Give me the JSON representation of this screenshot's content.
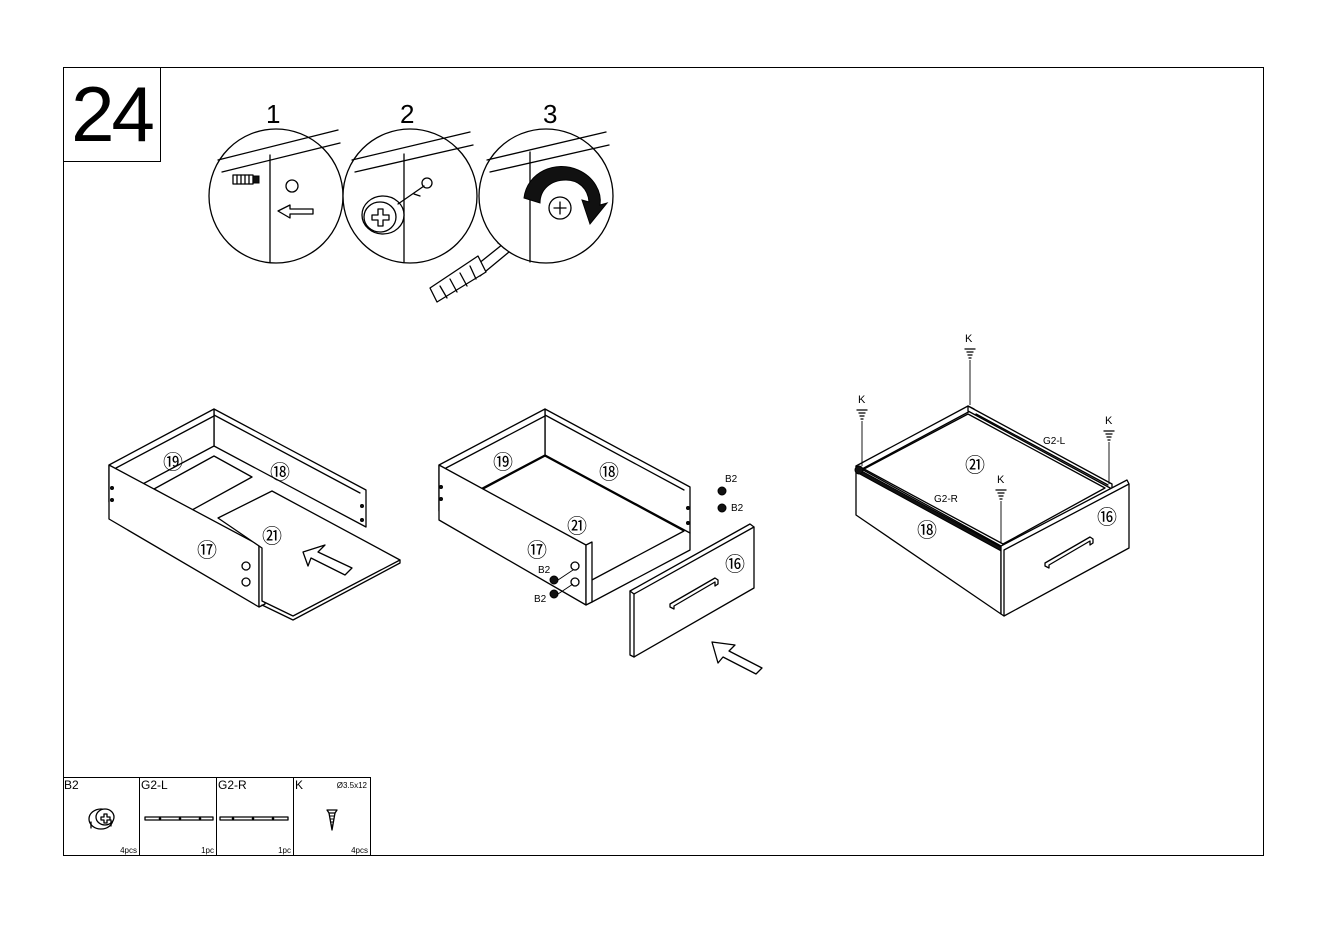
{
  "step_number": "24",
  "substeps": [
    "1",
    "2",
    "3"
  ],
  "panel_numbers": {
    "p16": "⑯",
    "p17": "⑰",
    "p18": "⑱",
    "p19": "⑲",
    "p21": "㉑"
  },
  "callouts": {
    "b2": "B2",
    "k": "K",
    "g2l": "G2-L",
    "g2r": "G2-R"
  },
  "parts": [
    {
      "code": "B2",
      "spec": "",
      "qty": "4pcs",
      "icon": "cam-lock-icon"
    },
    {
      "code": "G2-L",
      "spec": "",
      "qty": "1pc",
      "icon": "drawer-runner-left-icon"
    },
    {
      "code": "G2-R",
      "spec": "",
      "qty": "1pc",
      "icon": "drawer-runner-right-icon"
    },
    {
      "code": "K",
      "spec": "Ø3.5x12",
      "qty": "4pcs",
      "icon": "screw-icon"
    }
  ]
}
